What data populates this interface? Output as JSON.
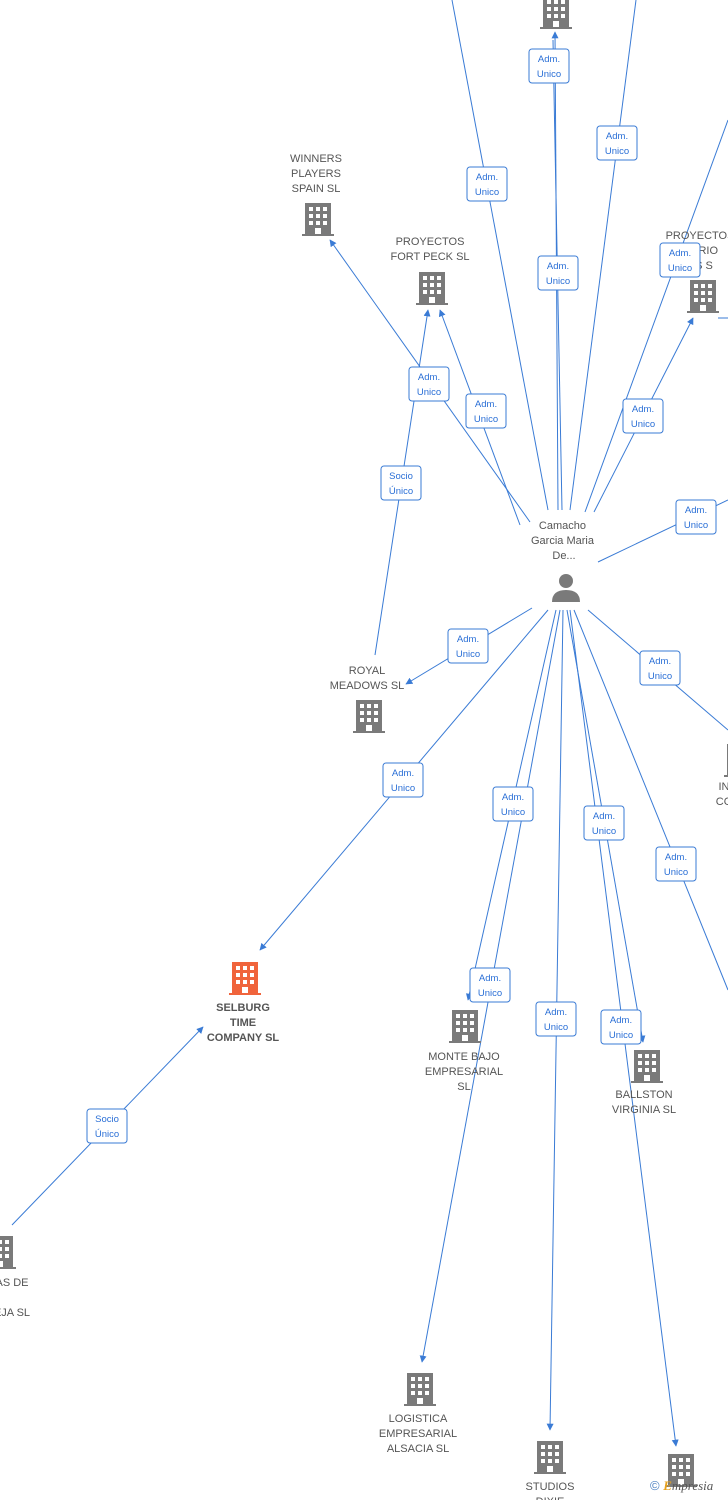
{
  "colors": {
    "edge": "#3a7bd5",
    "building": "#7a7a7a",
    "building_main": "#f0643c",
    "person": "#7a7a7a"
  },
  "person": {
    "label": [
      "Camacho",
      "Garcia Maria",
      "De..."
    ],
    "icon": "person-icon"
  },
  "companies": [
    {
      "id": "winners",
      "label": [
        "WINNERS",
        "PLAYERS",
        "SPAIN  SL"
      ],
      "main": false
    },
    {
      "id": "fortpeck",
      "label": [
        "PROYECTOS",
        "FORT PECK  SL"
      ],
      "main": false
    },
    {
      "id": "proyectos_right",
      "label": [
        "PROYECTOS",
        "LIARIO",
        "NS  S"
      ],
      "main": false
    },
    {
      "id": "royal",
      "label": [
        "ROYAL",
        "MEADOWS  SL"
      ],
      "main": false
    },
    {
      "id": "selburg",
      "label": [
        "SELBURG",
        "TIME",
        "COMPANY  SL"
      ],
      "main": true
    },
    {
      "id": "montebajo",
      "label": [
        "MONTE BAJO",
        "EMPRESARIAL",
        "SL"
      ],
      "main": false
    },
    {
      "id": "ballston",
      "label": [
        "BALLSTON",
        "VIRGINIA  SL"
      ],
      "main": false
    },
    {
      "id": "logistica",
      "label": [
        "LOGISTICA",
        "EMPRESARIAL",
        "ALSACIA  SL"
      ],
      "main": false
    },
    {
      "id": "studios",
      "label": [
        "STUDIOS",
        "DIXIE"
      ],
      "main": false
    },
    {
      "id": "left_bottom",
      "label": [
        "AS DE",
        "",
        "EJA SL"
      ],
      "main": false
    },
    {
      "id": "right_mid",
      "label": [
        "IN",
        "CO"
      ],
      "main": false
    },
    {
      "id": "top",
      "label": [],
      "main": false
    },
    {
      "id": "bottom_right",
      "label": [],
      "main": false
    }
  ],
  "edge_labels": [
    {
      "id": "e_top",
      "text": [
        "Adm.",
        "Unico"
      ]
    },
    {
      "id": "e_topright",
      "text": [
        "Adm.",
        "Unico"
      ]
    },
    {
      "id": "e_topleft",
      "text": [
        "Adm.",
        "Unico"
      ]
    },
    {
      "id": "e_center",
      "text": [
        "Adm.",
        "Unico"
      ]
    },
    {
      "id": "e_projright",
      "text": [
        "Adm.",
        "Unico"
      ]
    },
    {
      "id": "e_fortpeck1",
      "text": [
        "Adm.",
        "Unico"
      ]
    },
    {
      "id": "e_fortpeck2",
      "text": [
        "Adm.",
        "Unico"
      ]
    },
    {
      "id": "e_projright2",
      "text": [
        "Adm.",
        "Unico"
      ]
    },
    {
      "id": "e_royal_socio",
      "text": [
        "Socio",
        "Único"
      ]
    },
    {
      "id": "e_farright",
      "text": [
        "Adm.",
        "Unico"
      ]
    },
    {
      "id": "e_royal",
      "text": [
        "Adm.",
        "Unico"
      ]
    },
    {
      "id": "e_rightmid",
      "text": [
        "Adm.",
        "Unico"
      ]
    },
    {
      "id": "e_selburg",
      "text": [
        "Adm.",
        "Unico"
      ]
    },
    {
      "id": "e_monte1",
      "text": [
        "Adm.",
        "Unico"
      ]
    },
    {
      "id": "e_ballston1",
      "text": [
        "Adm.",
        "Unico"
      ]
    },
    {
      "id": "e_rightlower",
      "text": [
        "Adm.",
        "Unico"
      ]
    },
    {
      "id": "e_monte2",
      "text": [
        "Adm.",
        "Unico"
      ]
    },
    {
      "id": "e_studios",
      "text": [
        "Adm.",
        "Unico"
      ]
    },
    {
      "id": "e_ballston2",
      "text": [
        "Adm.",
        "Unico"
      ]
    },
    {
      "id": "e_selburg_socio",
      "text": [
        "Socio",
        "Único"
      ]
    }
  ],
  "footer": {
    "copyright": "©",
    "brand_first": "E",
    "brand_rest": "mpresia"
  }
}
